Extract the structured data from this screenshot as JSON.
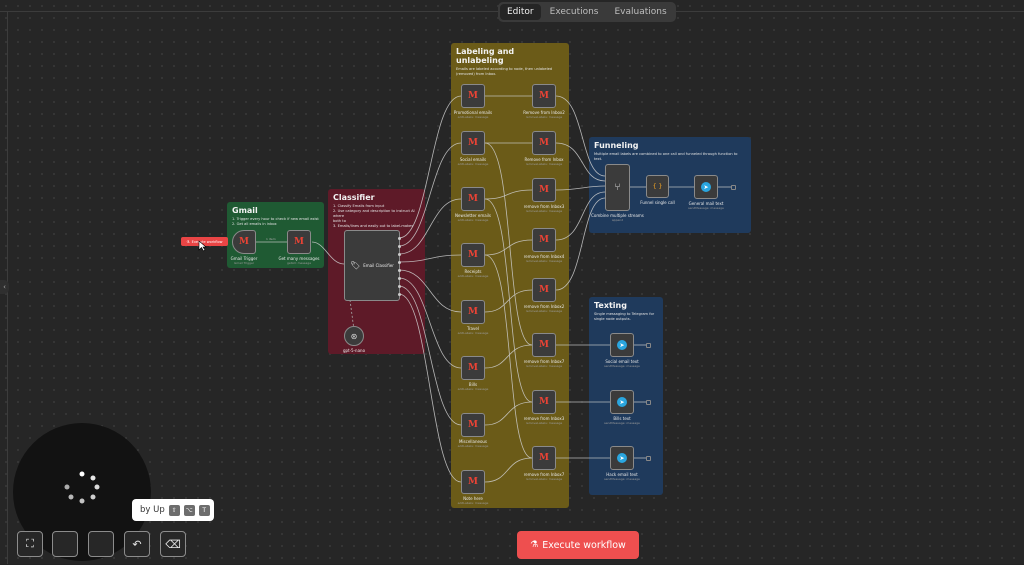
{
  "tabs": [
    {
      "label": "Editor",
      "active": true
    },
    {
      "label": "Executions",
      "active": false
    },
    {
      "label": "Evaluations",
      "active": false
    }
  ],
  "stickies": {
    "gmail": {
      "title": "Gmail",
      "body": "1. Trigger every hour to check if new email exist\n2. Get all emails in inbox"
    },
    "classifier": {
      "title": "Classifier",
      "body": "1. Classify Emails from input\n2. Use category and description to instruct AI where\n   both to\n3. Emails/lines and easily out to label-makes"
    },
    "labeling": {
      "title": "Labeling and unlabeling",
      "body": "Emails are labeled according to node, then unlabeled\n(removed) from Inbox."
    },
    "funneling": {
      "title": "Funneling",
      "body": "Multiple email labels are combined to one call and funneled through function to\ntext."
    },
    "texting": {
      "title": "Texting",
      "body": "Single messaging to Telegram for\nsingle node outputs."
    }
  },
  "nodes": {
    "gmail_trigger": {
      "label": "Gmail Trigger",
      "sub": "Gmail Trigger"
    },
    "get_messages": {
      "label": "Get many messages",
      "sub": "getAll: message"
    },
    "conn_label": "1 item",
    "email_classifier": {
      "label": "Email Classifier"
    },
    "model": {
      "label": "gpt-5-nano"
    },
    "labels": [
      {
        "label": "Promotional emails",
        "sub": "addLabels: message"
      },
      {
        "label": "Social emails",
        "sub": "addLabels: message"
      },
      {
        "label": "Newsletter emails",
        "sub": "addLabels: message"
      },
      {
        "label": "Receipts",
        "sub": "addLabels: message"
      },
      {
        "label": "Travel",
        "sub": "addLabels: message"
      },
      {
        "label": "Bills",
        "sub": "addLabels: message"
      },
      {
        "label": "Miscellaneous",
        "sub": "addLabels: message"
      },
      {
        "label": "Note here",
        "sub": "addLabels: message"
      }
    ],
    "removes": [
      {
        "label": "Remove from Inbox2",
        "sub": "removeLabels: message"
      },
      {
        "label": "Remove from Inbox",
        "sub": "removeLabels: message"
      },
      {
        "label": "remove from Inbox3",
        "sub": "removeLabels: message"
      },
      {
        "label": "remove from Inbox4",
        "sub": "removeLabels: message"
      },
      {
        "label": "remove from Inbox2",
        "sub": "removeLabels: message"
      },
      {
        "label": "remove from Inbox7",
        "sub": "removeLabels: message"
      },
      {
        "label": "remove from Inbox3",
        "sub": "removeLabels: message"
      },
      {
        "label": "remove from Inbox7",
        "sub": "removeLabels: message"
      }
    ],
    "combine": {
      "label": "Combine multiple streams",
      "sub": "append"
    },
    "funnel": {
      "label": "Funnel single call"
    },
    "general_text": {
      "label": "General mail text",
      "sub": "sendMessage: message"
    },
    "social_text": {
      "label": "Social email text",
      "sub": "sendMessage: message"
    },
    "bills_text": {
      "label": "Bills text",
      "sub": "sendMessage: message"
    },
    "hack_text": {
      "label": "Hack email text",
      "sub": "sendMessage: message"
    }
  },
  "trigger_button": {
    "label": "Execute workflow"
  },
  "execute_button": {
    "label": "Execute workflow"
  },
  "tooltip": {
    "text": "by Up",
    "keys": [
      "⇧",
      "⌥",
      "T"
    ]
  },
  "colors": {
    "gmail_sticky": "#1f5a33",
    "classifier_sticky": "#5e1a28",
    "labeling_sticky": "#6b5b18",
    "funneling_sticky": "#1f3a5c",
    "texting_sticky": "#1f3a5c",
    "execute": "#ee4f4f"
  }
}
